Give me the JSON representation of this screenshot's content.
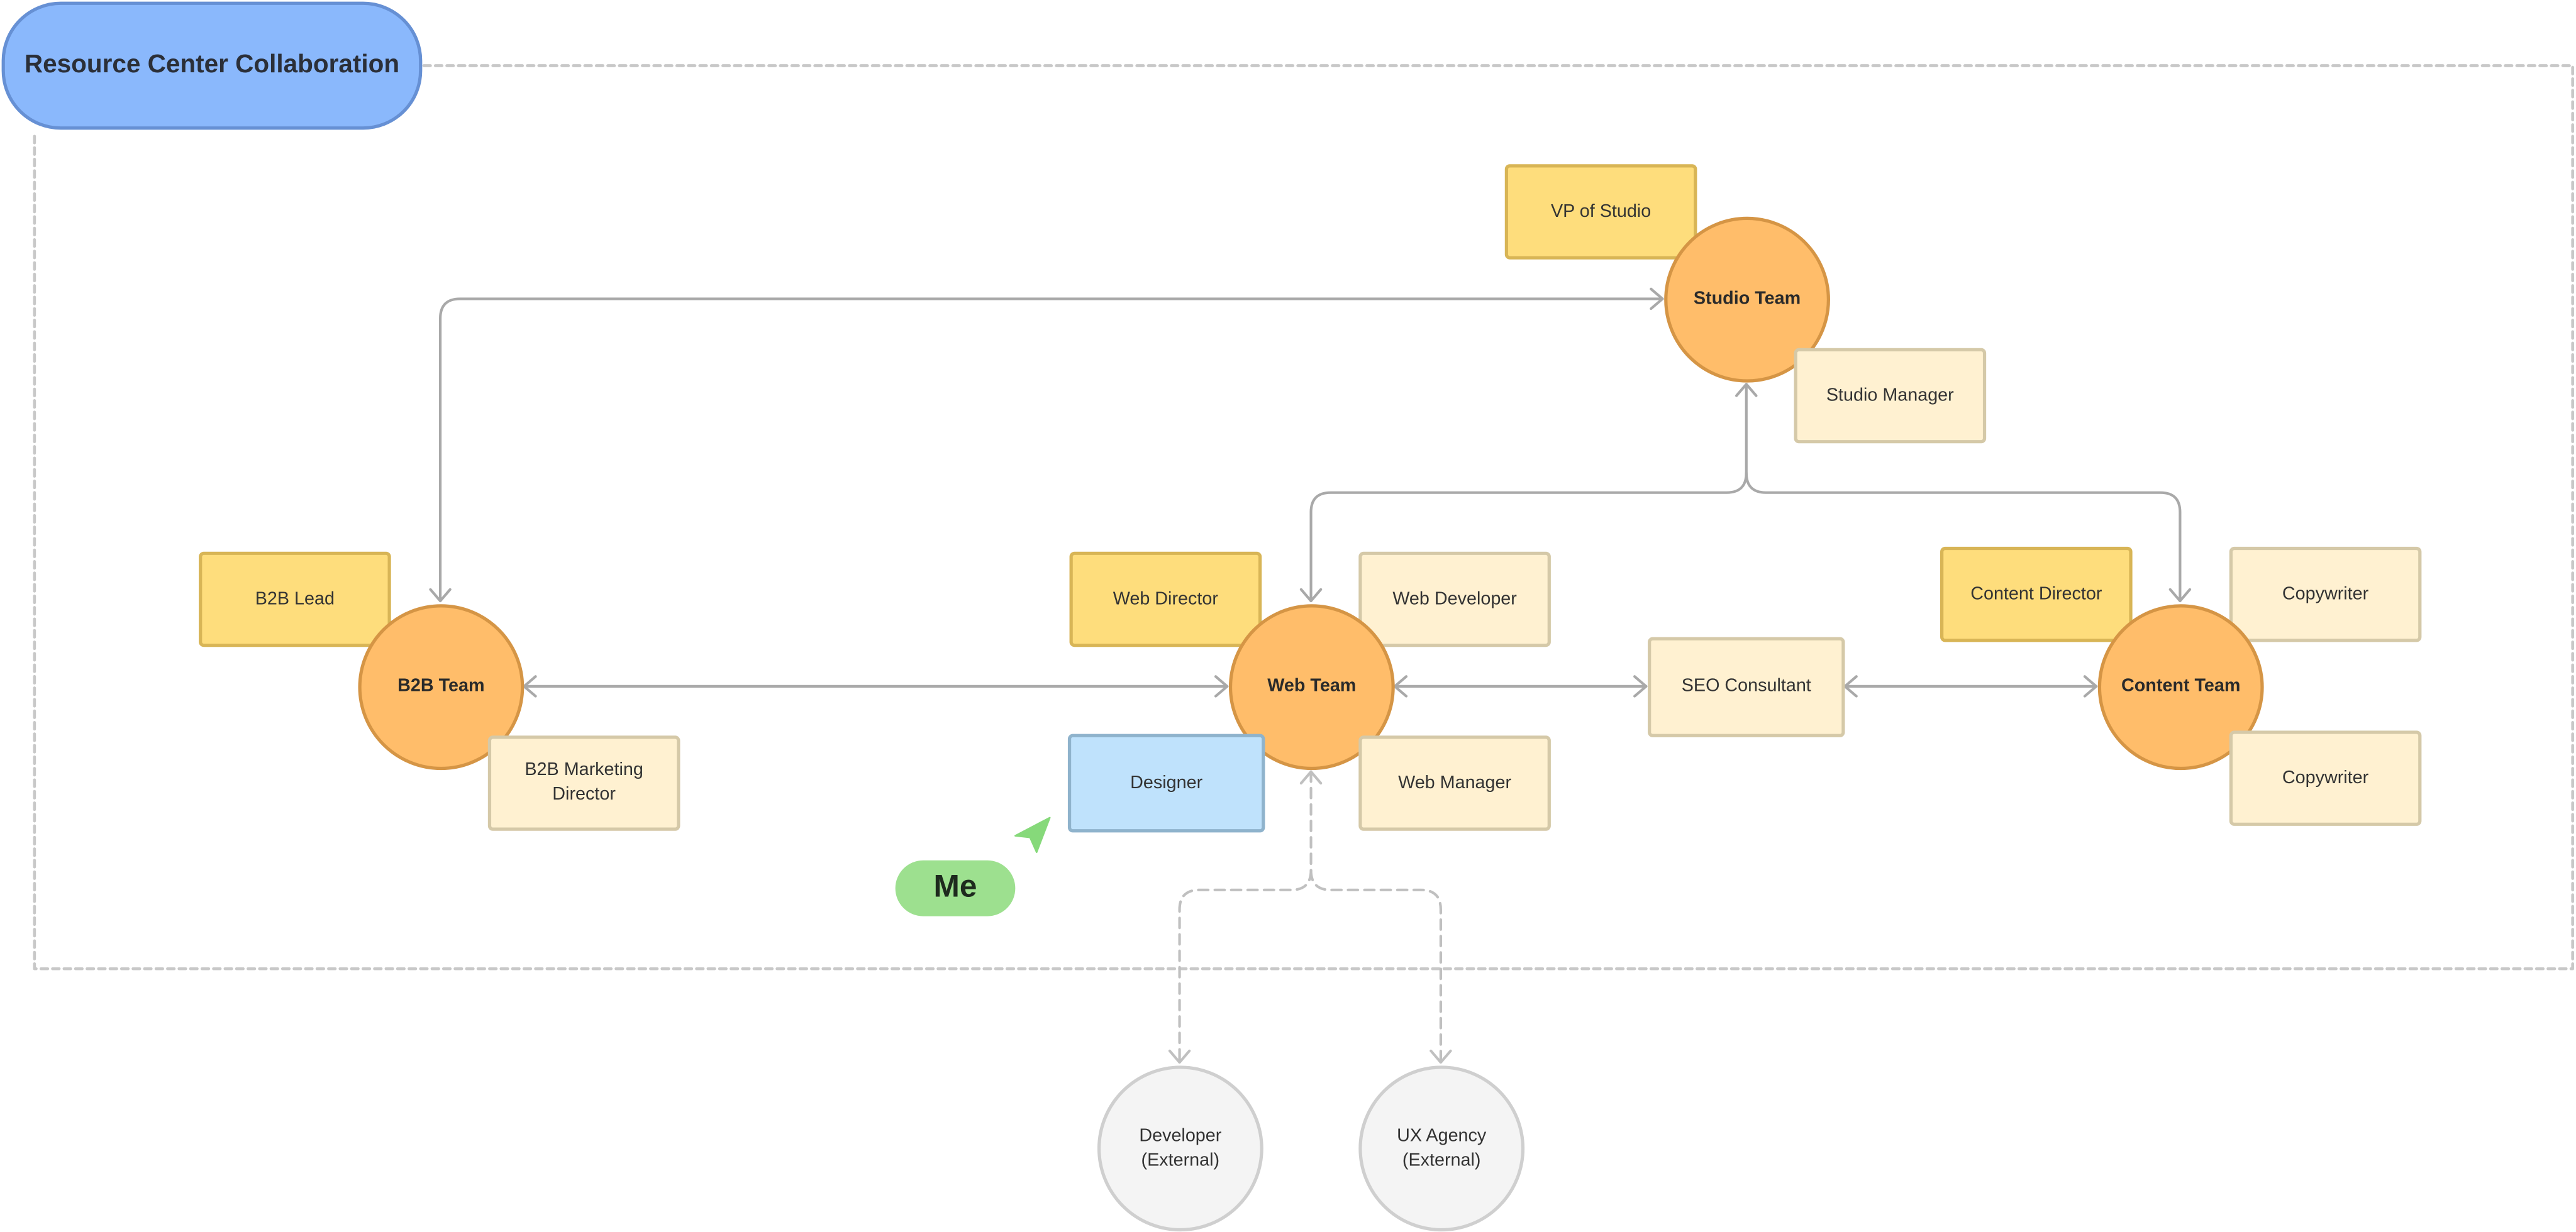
{
  "title": "Resource Center Collaboration",
  "teams": {
    "studio": "Studio Team",
    "b2b": "B2B Team",
    "web": "Web Team",
    "content": "Content Team"
  },
  "roles": {
    "vp_studio": "VP of Studio",
    "studio_manager": "Studio Manager",
    "b2b_lead": "B2B Lead",
    "b2b_marketing_director": "B2B Marketing\nDirector",
    "web_director": "Web Director",
    "web_developer": "Web Developer",
    "designer": "Designer",
    "web_manager": "Web Manager",
    "seo_consultant": "SEO Consultant",
    "content_director": "Content Director",
    "copywriter_1": "Copywriter",
    "copywriter_2": "Copywriter"
  },
  "external": {
    "developer": "Developer\n(External)",
    "ux_agency": "UX Agency\n(External)"
  },
  "me_label": "Me",
  "colors": {
    "title_fill": "#8ab8fc",
    "team_fill": "#ffbd6a",
    "lead_role_fill": "#fedd7c",
    "member_role_fill": "#fff1d1",
    "self_role_fill": "#bfe2fc",
    "external_fill": "#f4f4f4",
    "me_fill": "#9de08f",
    "connector": "#a9a9a9"
  }
}
